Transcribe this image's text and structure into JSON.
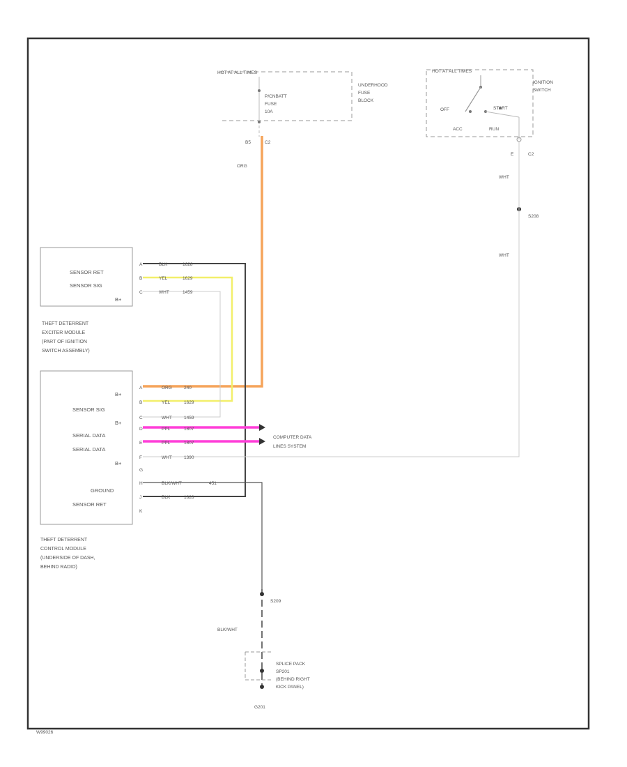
{
  "fuse_block": {
    "hot_label": "HOT AT ALL TIMES",
    "fuse_name": "P/CNBATT",
    "fuse_word": "FUSE",
    "fuse_num": "10A",
    "block_line1": "UNDERHOOD",
    "block_line2": "FUSE",
    "block_line3": "BLOCK",
    "pin": "B5",
    "conn": "C2",
    "wire_color": "ORG"
  },
  "ignition": {
    "hot_label": "HOT AT ALL TIMES",
    "name_line1": "IGNITION",
    "name_line2": "SWITCH",
    "off": "OFF",
    "start": "START",
    "acc": "ACC",
    "run": "RUN",
    "pin": "E",
    "conn": "C2",
    "wire1": "WHT",
    "splice": "S208",
    "wire2": "WHT"
  },
  "exciter": {
    "label_sensor_ret": "SENSOR RET",
    "label_sensor_sig": "SENSOR SIG",
    "label_bplus": "B+",
    "pins": [
      {
        "pin": "A",
        "color": "BLK",
        "circuit": "1628"
      },
      {
        "pin": "B",
        "color": "YEL",
        "circuit": "1629"
      },
      {
        "pin": "C",
        "color": "WHT",
        "circuit": "1459"
      }
    ],
    "desc_line1": "THEFT DETERRENT",
    "desc_line2": "EXCITER MODULE",
    "desc_line3": "(PART OF IGNITION",
    "desc_line4": "SWITCH ASSEMBLY)"
  },
  "control": {
    "labels": [
      "B+",
      "SENSOR SIG",
      "B+",
      "SERIAL DATA",
      "SERIAL DATA",
      "B+",
      "",
      "GROUND",
      "SENSOR RET"
    ],
    "pins": [
      {
        "pin": "A",
        "color": "ORG",
        "circuit": "240"
      },
      {
        "pin": "B",
        "color": "YEL",
        "circuit": "1629"
      },
      {
        "pin": "C",
        "color": "WHT",
        "circuit": "1459"
      },
      {
        "pin": "D",
        "color": "PPL",
        "circuit": "1807"
      },
      {
        "pin": "E",
        "color": "PPL",
        "circuit": "1807"
      },
      {
        "pin": "F",
        "color": "WHT",
        "circuit": "1390"
      },
      {
        "pin": "G",
        "color": "",
        "circuit": ""
      },
      {
        "pin": "H",
        "color": "BLK/WHT",
        "circuit": "451"
      },
      {
        "pin": "J",
        "color": "BLK",
        "circuit": "1628"
      },
      {
        "pin": "K",
        "color": "",
        "circuit": ""
      }
    ],
    "desc_line1": "THEFT DETERRENT",
    "desc_line2": "CONTROL MODULE",
    "desc_line3": "(UNDERSIDE OF DASH,",
    "desc_line4": "BEHIND RADIO)"
  },
  "data_lines": {
    "line1": "COMPUTER DATA",
    "line2": "LINES SYSTEM"
  },
  "ground": {
    "splice": "S209",
    "wire": "BLK/WHT",
    "pack_line1": "SPLICE PACK",
    "pack_line2": "SP201",
    "pack_line3": "(BEHIND RIGHT",
    "pack_line4": "KICK PANEL)",
    "ground_id": "G201"
  },
  "footer_code": "W99026",
  "colors": {
    "orange": "#f5a45a",
    "yellow": "#f2ef6a",
    "magenta": "#ff3fd8",
    "wire_gray": "#cccccc",
    "ground_wire": "#444444",
    "frame": "#333333"
  }
}
